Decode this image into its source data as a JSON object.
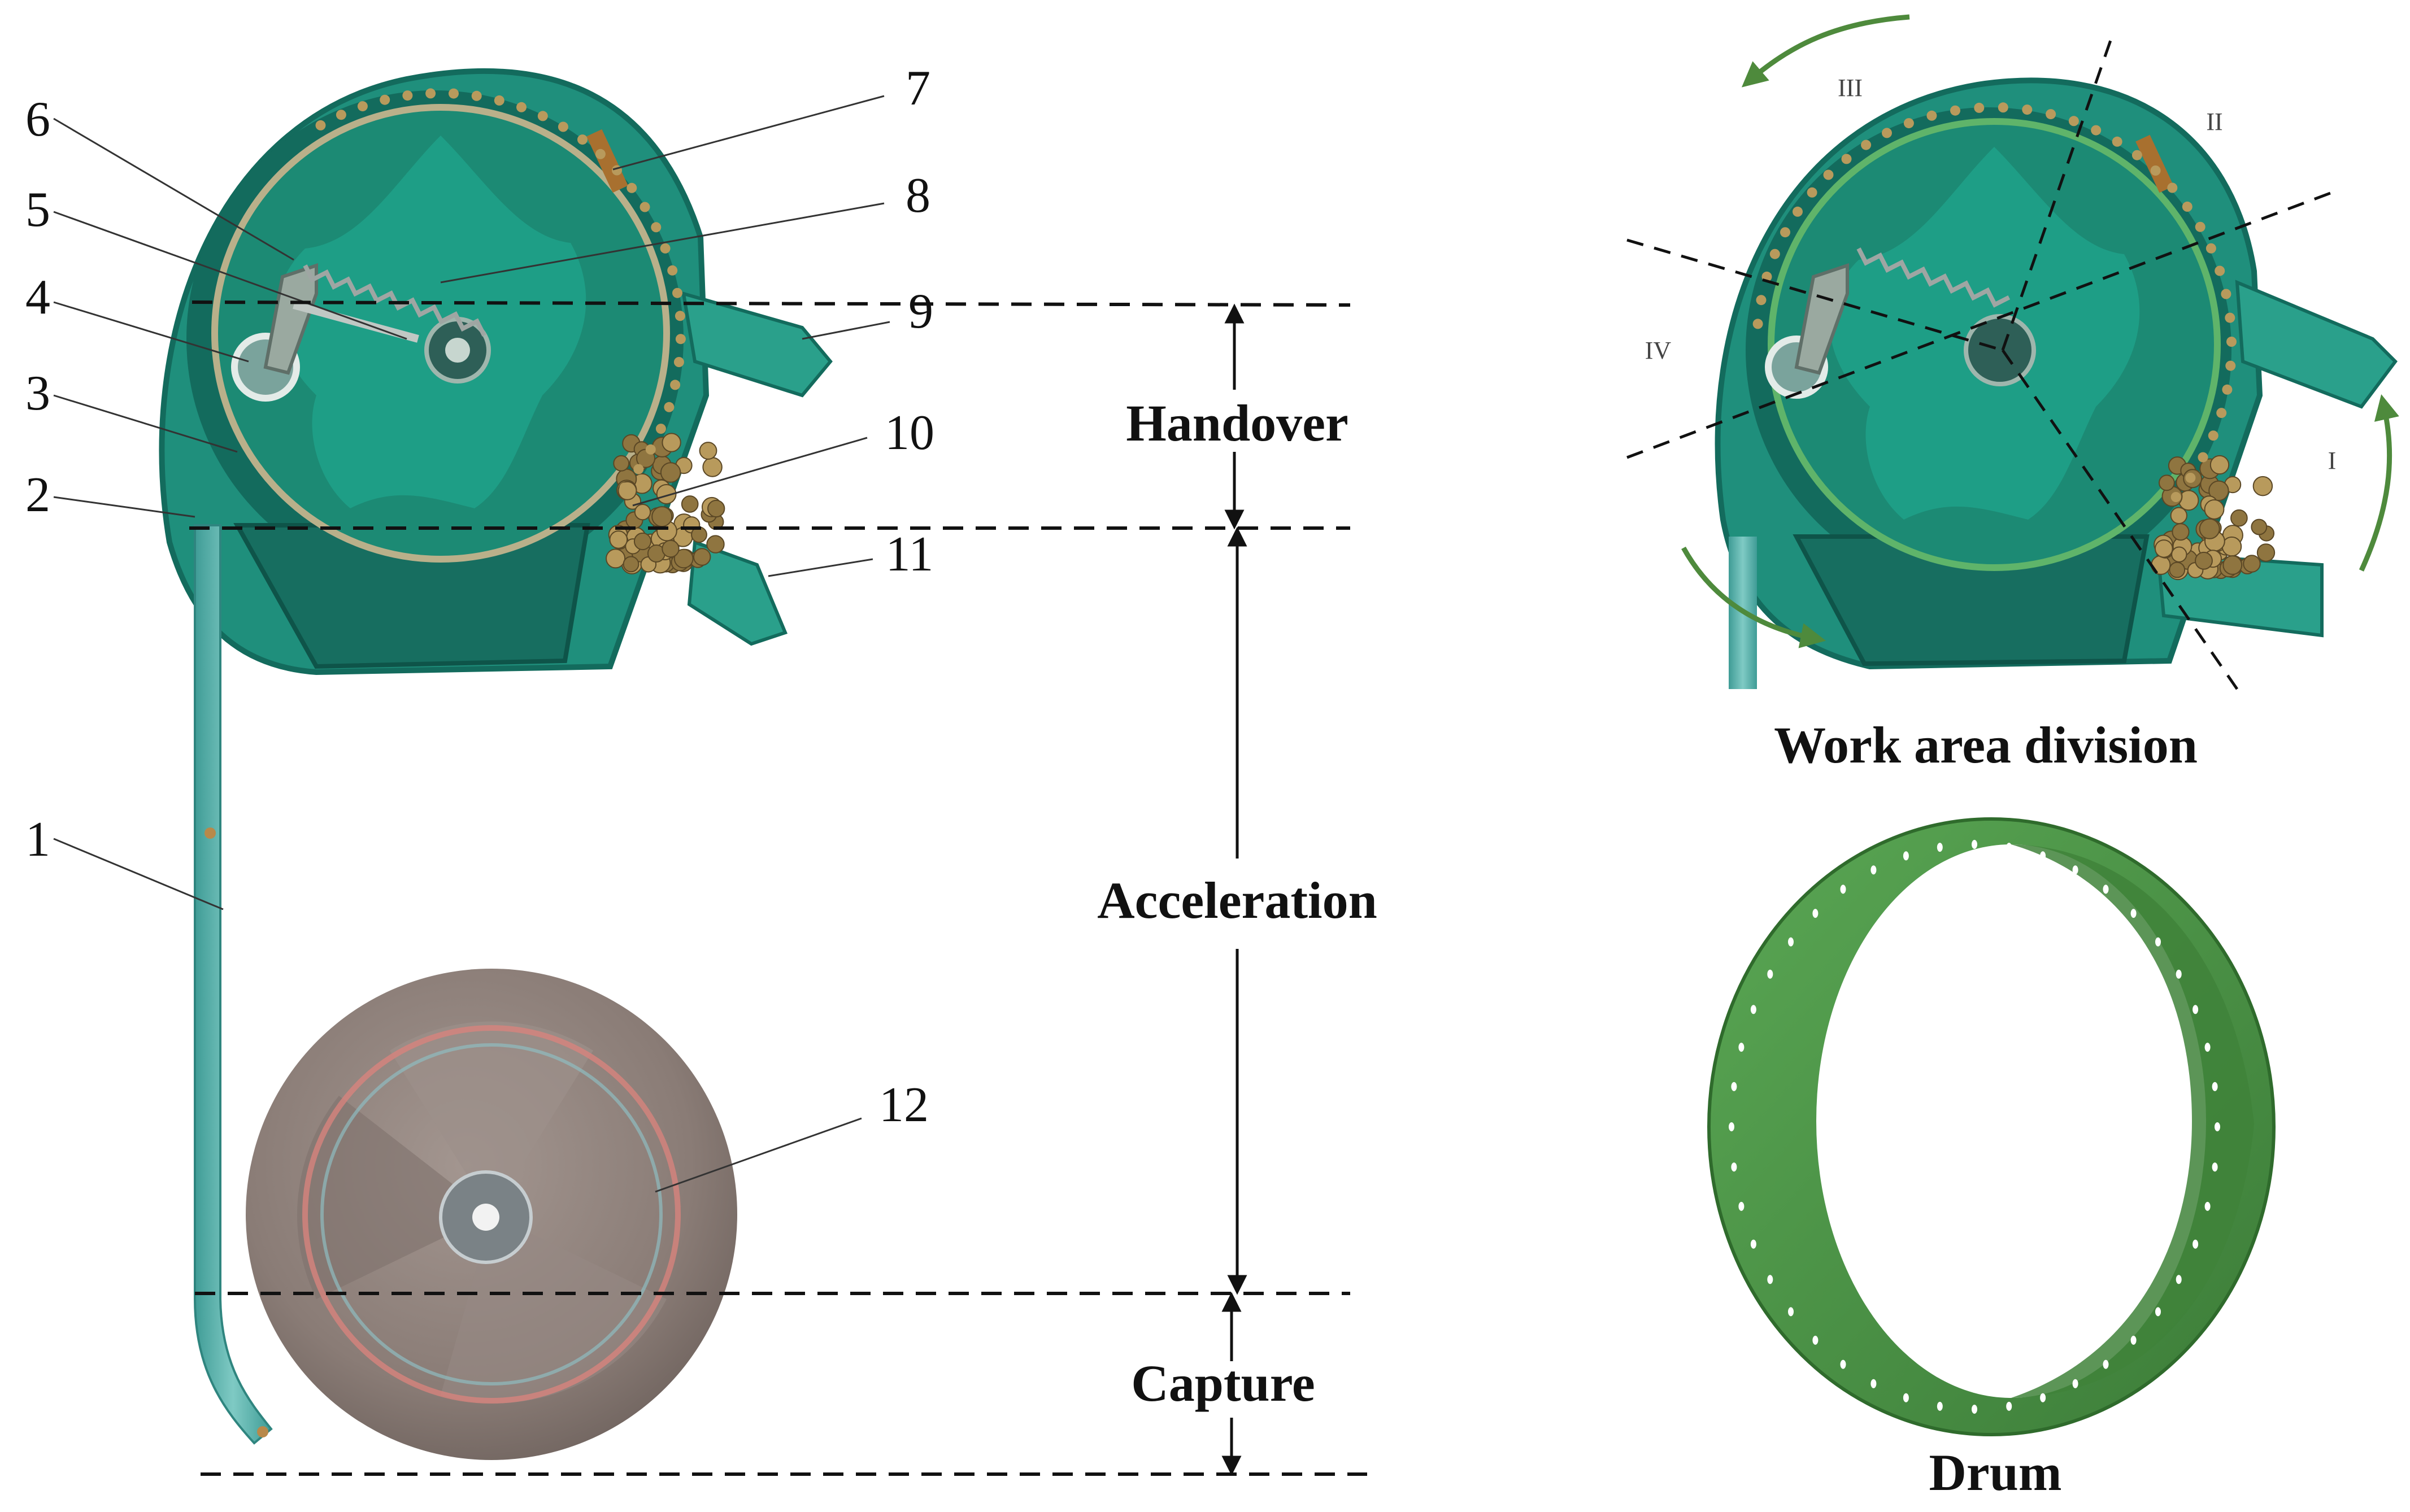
{
  "part_numbers": [
    "1",
    "2",
    "3",
    "4",
    "5",
    "6",
    "7",
    "8",
    "9",
    "10",
    "11",
    "12"
  ],
  "zones": {
    "handover": "Handover",
    "acceleration": "Acceleration",
    "capture": "Capture"
  },
  "captions": {
    "work_area": "Work area division",
    "drum": "Drum"
  },
  "work_area_regions": [
    "I",
    "II",
    "III",
    "IV"
  ],
  "colors": {
    "housing_teal": "#1f8f7c",
    "housing_dark": "#136b5d",
    "drum_green": "#4f9a4a",
    "arrow_green": "#4e8a3c",
    "seed_tan": "#b89a5c",
    "disc_brown": "#8a7c76",
    "tube_teal": "#5bb5ae"
  }
}
